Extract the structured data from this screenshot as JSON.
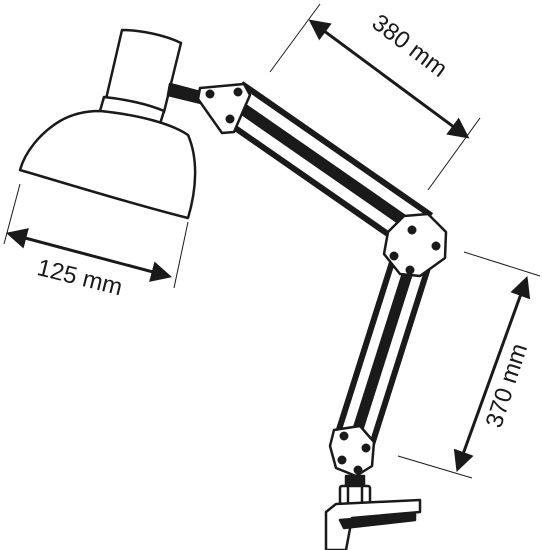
{
  "figure": {
    "subject": "desk-lamp-dimensions",
    "dimensions": [
      {
        "id": "shade-width",
        "label": "125 mm"
      },
      {
        "id": "upper-arm",
        "label": "380 mm"
      },
      {
        "id": "lower-arm",
        "label": "370 mm"
      }
    ]
  },
  "colors": {
    "ink": "#1a1a1a",
    "background": "#ffffff"
  }
}
